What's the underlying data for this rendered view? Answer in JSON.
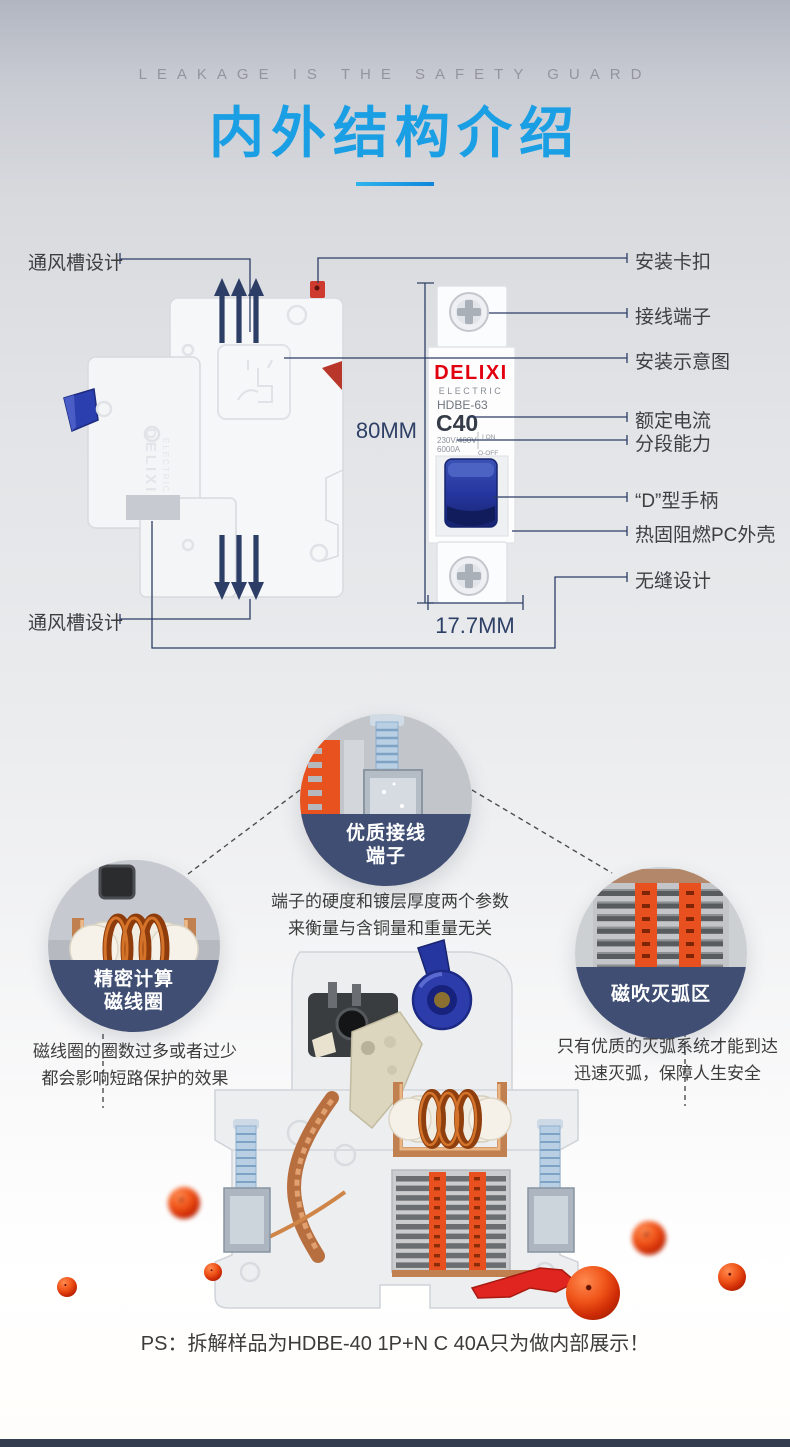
{
  "header": {
    "tagline": "LEAKAGE IS THE SAFETY GUARD",
    "title": "内外结构介绍"
  },
  "diagram": {
    "label_vent_top": "通风槽设计",
    "label_vent_bottom": "通风槽设计",
    "labels_right": [
      "安装卡扣",
      "接线端子",
      "安装示意图",
      "额定电流",
      "分段能力",
      "“D”型手柄",
      "热固阻燃PC外壳",
      "无缝设计"
    ],
    "dim_height": "80MM",
    "dim_width": "17.7MM",
    "front": {
      "brand": "DELIXI",
      "series": "ELECTRIC",
      "model": "HDBE-63",
      "current_rating": "C40",
      "voltage": "230V/400V ~",
      "breaking_capacity": "6000A",
      "on_mark": "I ON",
      "off_mark": "O-OFF"
    },
    "side": {
      "embossed_brand": "DELIXI",
      "embossed_series": "ELECTRIC"
    }
  },
  "features": {
    "terminal": {
      "title_line1": "优质接线",
      "title_line2": "端子",
      "desc_line1": "端子的硬度和镀层厚度两个参数",
      "desc_line2": "来衡量与含铜量和重量无关"
    },
    "coil": {
      "title_line1": "精密计算",
      "title_line2": "磁线圈",
      "desc_line1": "磁线圈的圈数过多或者过少",
      "desc_line2": "都会影响短路保护的效果"
    },
    "arc": {
      "title_line1": "磁吹灭弧区",
      "desc_line1": "只有优质的灭弧系统才能到达",
      "desc_line2": "迅速灭弧，保障人生安全"
    }
  },
  "footnote": "PS：拆解样品为HDBE-40 1P+N C 40A只为做内部展示！",
  "colors": {
    "title_blue": "#1b9fe4",
    "callout_navy": "#2c3d66",
    "banner_navy": "#3f4e72",
    "brand_red": "#e2000f",
    "handle_blue": "#2d3cab",
    "arc_red": "#e8511f",
    "bead_orange": "#ef5318"
  }
}
